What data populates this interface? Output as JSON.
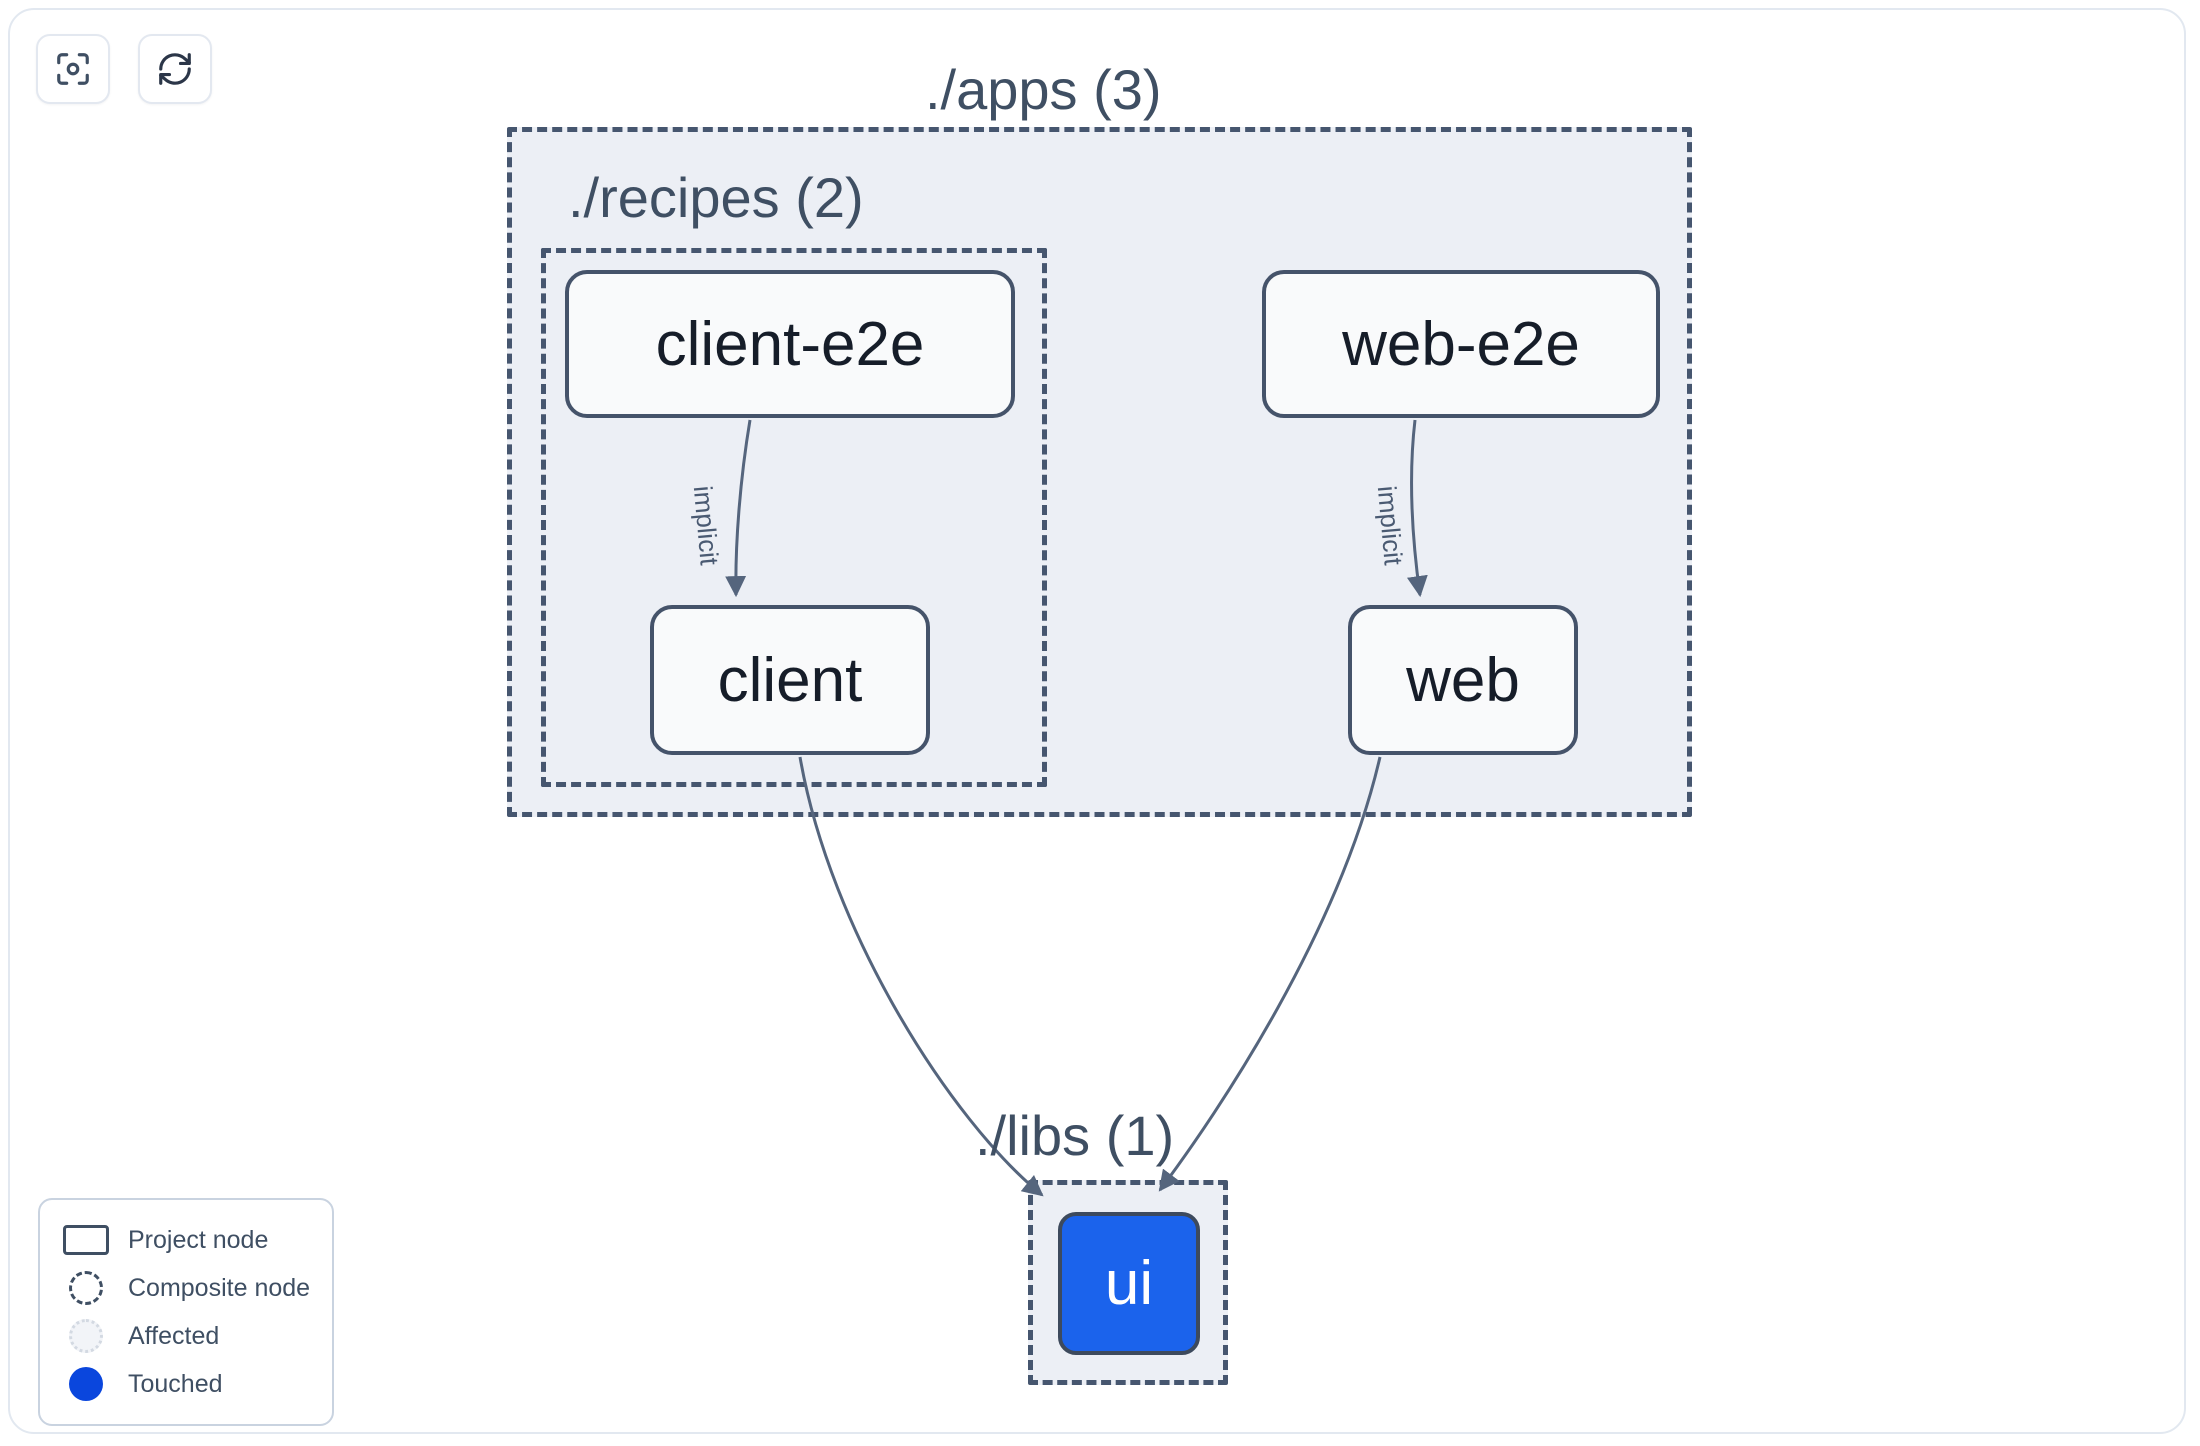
{
  "toolbar": {
    "buttons": [
      {
        "name": "focus-graph-button",
        "icon": "focus-target-icon",
        "label": ""
      },
      {
        "name": "refresh-graph-button",
        "icon": "refresh-icon",
        "label": ""
      }
    ]
  },
  "graph": {
    "groups": [
      {
        "id": "apps",
        "label": "./apps (3)",
        "count": 3,
        "kind": "composite-node"
      },
      {
        "id": "recipes",
        "label": "./recipes (2)",
        "count": 2,
        "kind": "composite-node"
      },
      {
        "id": "libs",
        "label": "./libs (1)",
        "count": 1,
        "kind": "composite-node"
      }
    ],
    "nodes": [
      {
        "id": "client-e2e",
        "label": "client-e2e",
        "group": "recipes",
        "state": "normal"
      },
      {
        "id": "web-e2e",
        "label": "web-e2e",
        "group": "apps",
        "state": "normal"
      },
      {
        "id": "client",
        "label": "client",
        "group": "recipes",
        "state": "normal"
      },
      {
        "id": "web",
        "label": "web",
        "group": "apps",
        "state": "normal"
      },
      {
        "id": "ui",
        "label": "ui",
        "group": "libs",
        "state": "touched"
      }
    ],
    "edges": [
      {
        "from": "client-e2e",
        "to": "client",
        "label": "implicit"
      },
      {
        "from": "web-e2e",
        "to": "web",
        "label": "implicit"
      },
      {
        "from": "client",
        "to": "ui",
        "label": ""
      },
      {
        "from": "web",
        "to": "ui",
        "label": ""
      }
    ]
  },
  "legend": {
    "items": [
      {
        "swatch": "rect",
        "label": "Project node"
      },
      {
        "swatch": "dashed-circle",
        "label": "Composite node"
      },
      {
        "swatch": "dotted-circle",
        "label": "Affected"
      },
      {
        "swatch": "solid-circle",
        "label": "Touched"
      }
    ]
  },
  "colors": {
    "touched": "#0a46dd",
    "node_touched_fill": "#1b63ec",
    "group_fill": "#eceff5",
    "group_border": "#46566f",
    "node_border": "#45536a",
    "node_fill": "#f9fafb",
    "text": "#3f4f63",
    "edge": "#55657d",
    "frame_border": "#e2e8f0"
  }
}
